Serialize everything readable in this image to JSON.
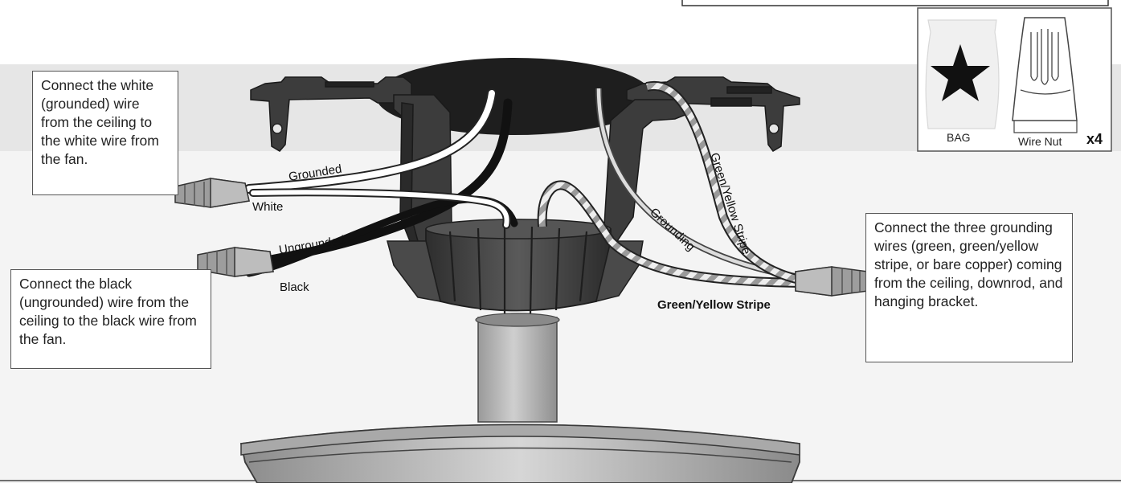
{
  "callouts": {
    "white_wire": "Connect the white (grounded) wire from the ceiling to the white wire from the fan.",
    "black_wire": "Connect the black (ungrounded) wire from the ceiling to the black wire from the fan.",
    "ground_wire": "Connect the three grounding wires (green, green/yellow stripe, or bare copper) coming from the ceiling, downrod, and hanging bracket."
  },
  "wire_labels": {
    "grounded": "Grounded",
    "white": "White",
    "ungrounded": "Ungrounded",
    "black": "Black",
    "grounding": "Grounding",
    "green_yellow_top": "Green/Yellow Stripe",
    "green_yellow_bottom": "Green/Yellow Stripe"
  },
  "parts_box": {
    "bag_label": "BAG",
    "wire_nut_label": "Wire Nut",
    "quantity": "x4",
    "bag_icon": "star-icon"
  },
  "colors": {
    "band": "#e6e6e6",
    "floor": "#f4f4f4",
    "ceiling_plate": "#1e1e1e",
    "bracket": "#3a3a3a",
    "canopy": "#4a4a4a",
    "downrod": "#b5b5b5",
    "housing": "#c4c4c4",
    "wire_nut": "#9d9d9d"
  }
}
